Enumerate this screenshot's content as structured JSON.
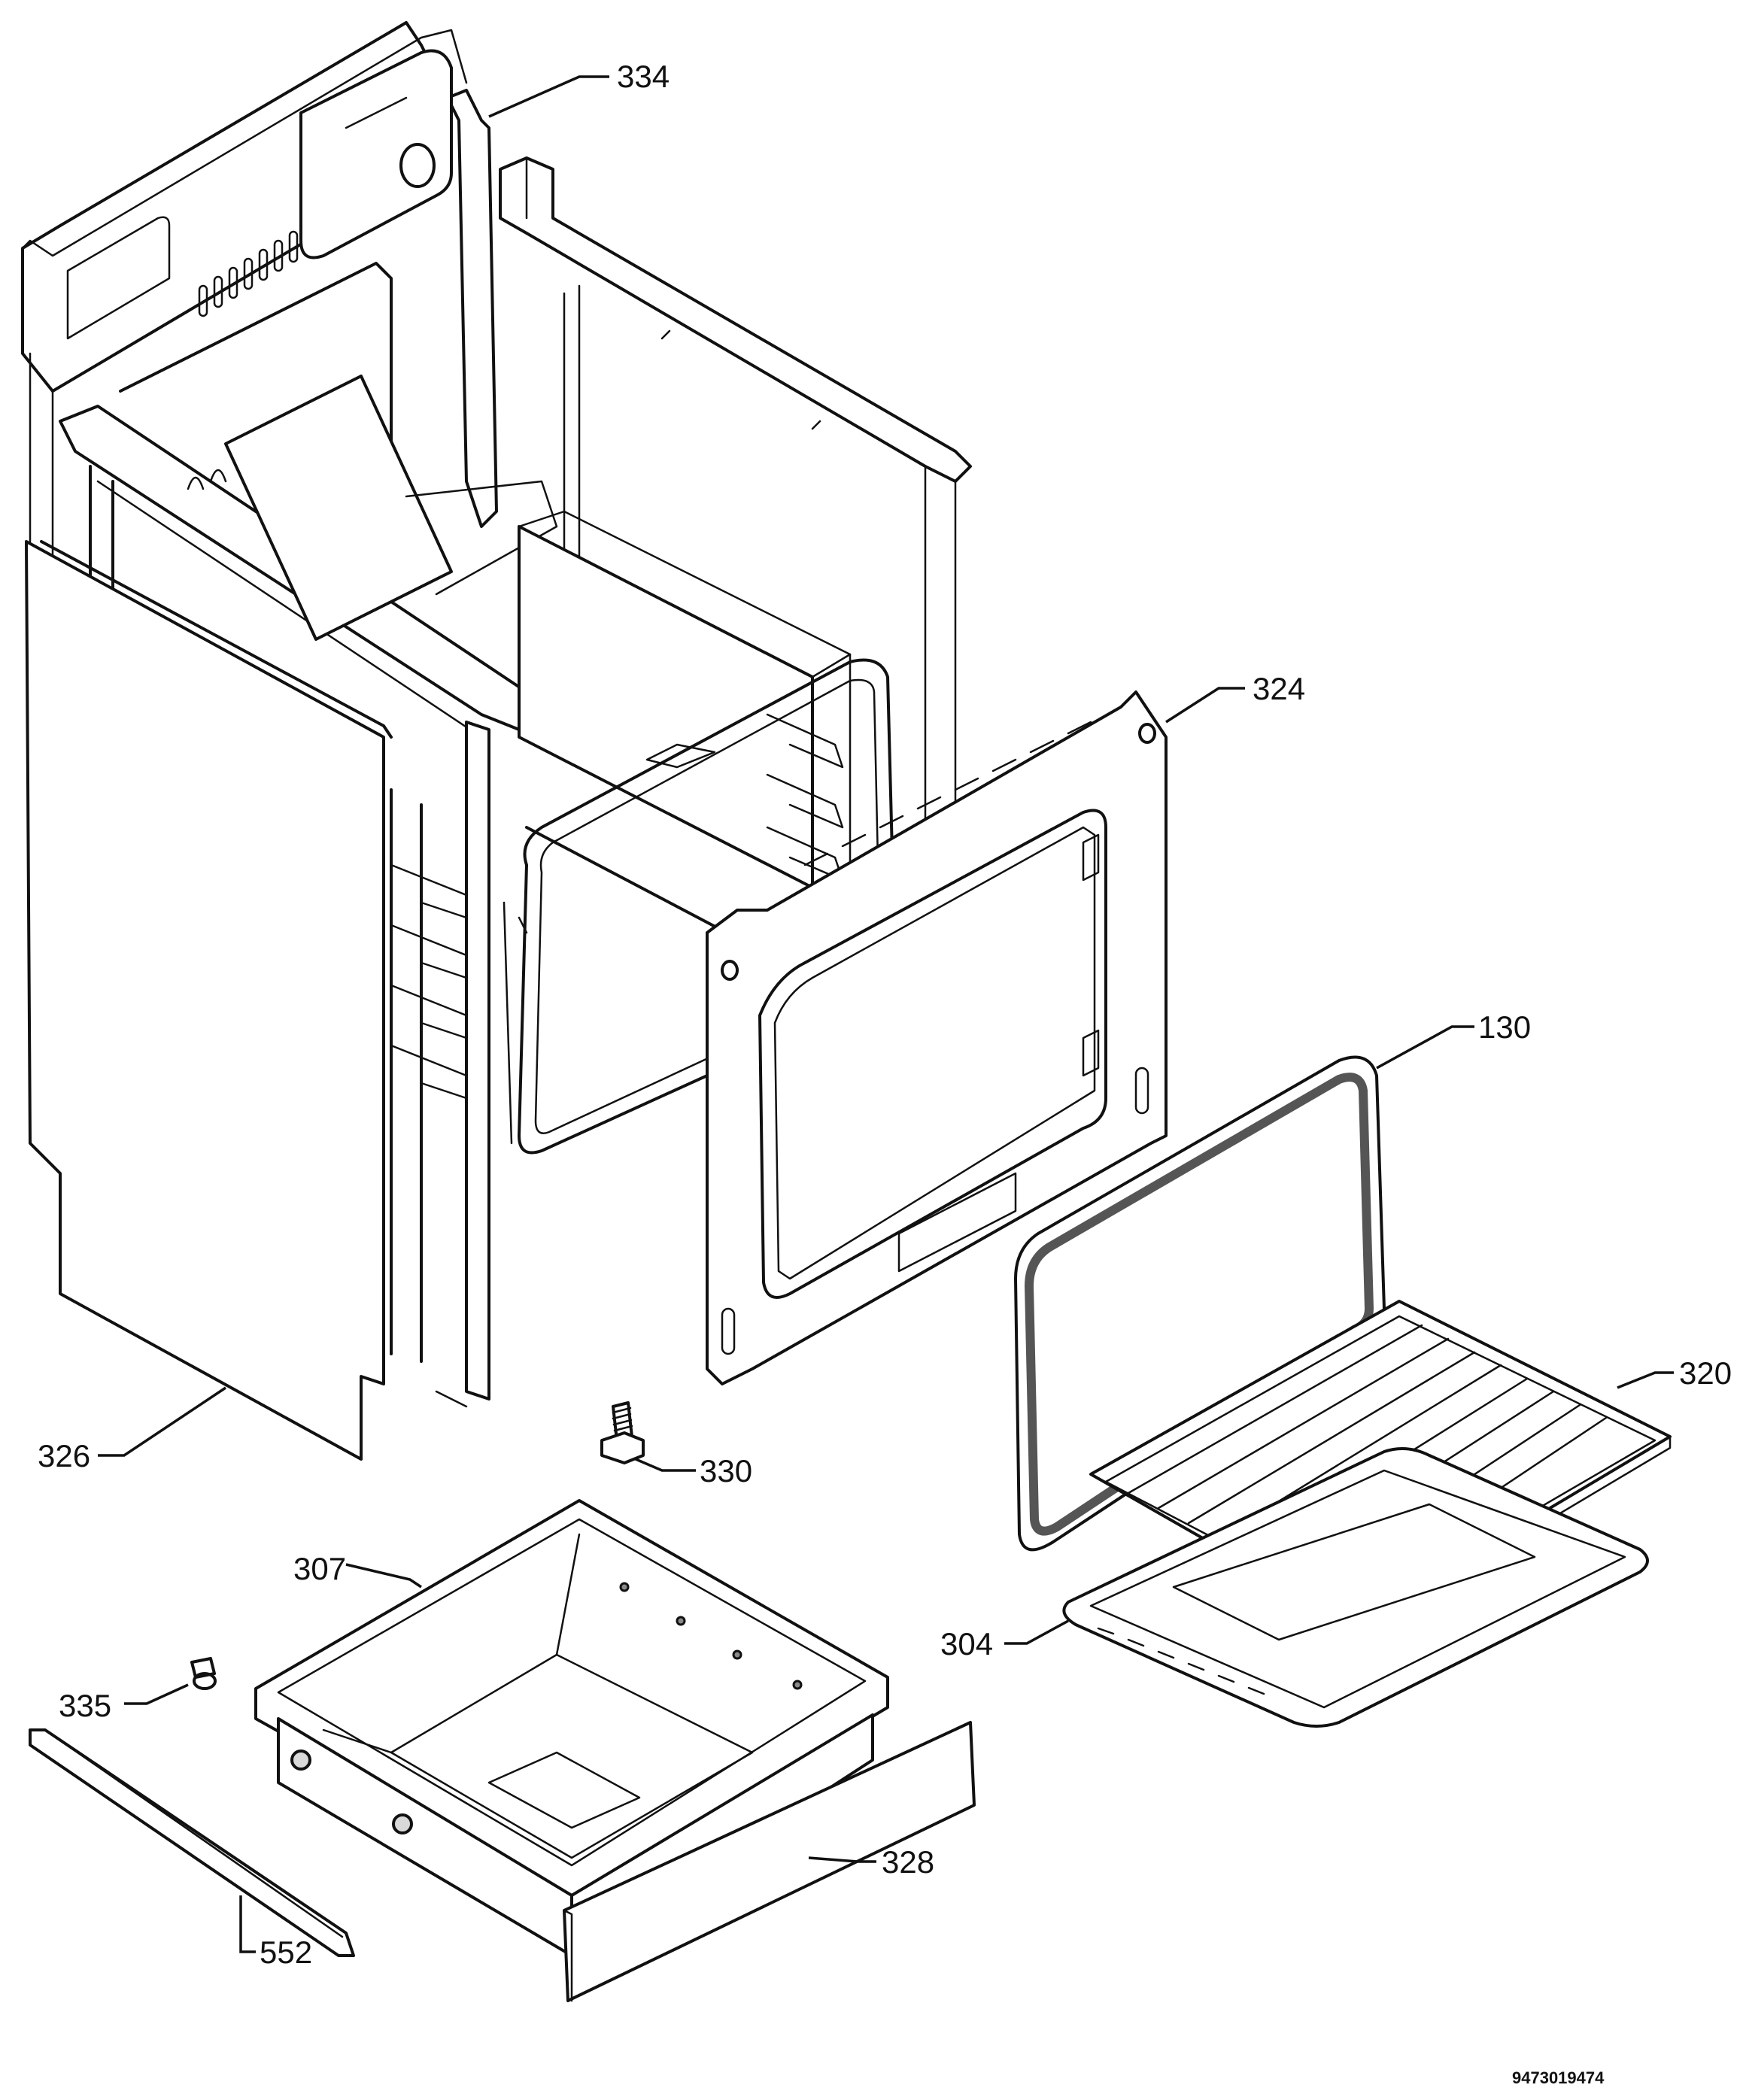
{
  "callouts": {
    "p334": "334",
    "p324": "324",
    "p130": "130",
    "p320": "320",
    "p326": "326",
    "p330": "330",
    "p307": "307",
    "p304": "304",
    "p335": "335",
    "p552": "552",
    "p328": "328"
  },
  "document_id": "9473019474"
}
